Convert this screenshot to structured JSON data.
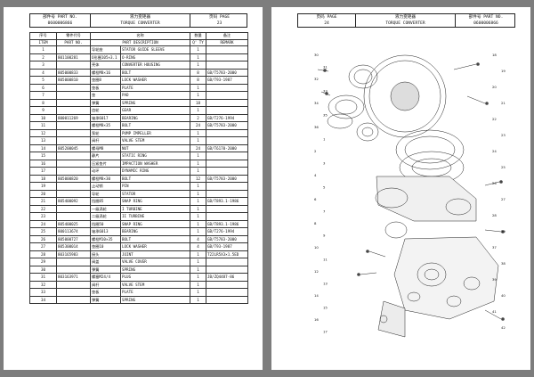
{
  "left_header": {
    "col1": [
      "部件号 PART NO.",
      "0600006866"
    ],
    "col2": [
      "液力变矩器",
      "TORQUE CONVERTER"
    ],
    "col3": [
      "页码 PAGE",
      "23"
    ]
  },
  "right_header": {
    "col1": [
      "页码 PAGE",
      "24"
    ],
    "col2": [
      "液力变矩器",
      "TORQUE CONVERTER"
    ],
    "col3": [
      "部件号 PART NO.",
      "0600006866"
    ]
  },
  "table": {
    "headers_top": [
      "序号",
      "零件代号",
      "名称",
      "数量",
      "备注"
    ],
    "headers_bottom": [
      "ITEM",
      "PART NO.",
      "PART DESCRIPTION",
      "Q' TY",
      "REMARK"
    ],
    "rows": [
      [
        "1",
        "",
        "导轮座",
        "STATOR GUIDE SLEEVE",
        "1",
        ""
      ],
      [
        "2",
        "801100281",
        "O形圈105×3.1",
        "O-RING",
        "1",
        ""
      ],
      [
        "3",
        "",
        "壳体",
        "CONVERTER HOUSING",
        "1",
        ""
      ],
      [
        "4",
        "805000833",
        "螺栓M8×16",
        "BOLT",
        "8",
        "GB/T5783-2000"
      ],
      [
        "5",
        "805000810",
        "垫圈8",
        "LOCK WASHER",
        "8",
        "GB/T93-1987"
      ],
      [
        "6",
        "",
        "垫板",
        "PLATE",
        "1",
        ""
      ],
      [
        "7",
        "",
        "垫",
        "PAD",
        "1",
        ""
      ],
      [
        "8",
        "",
        "弹簧",
        "SPRING",
        "18",
        ""
      ],
      [
        "9",
        "",
        "齿轮",
        "GEAR",
        "1",
        ""
      ],
      [
        "10",
        "800011269",
        "轴承6017",
        "BEARING",
        "2",
        "GB/T276-1994"
      ],
      [
        "11",
        "",
        "螺栓M8×35",
        "BOLT",
        "24",
        "GB/T5783-2000"
      ],
      [
        "12",
        "",
        "泵轮",
        "PUMP IMPELLER",
        "1",
        ""
      ],
      [
        "13",
        "",
        "阀杆",
        "VALVE STEM",
        "1",
        ""
      ],
      [
        "14",
        "805200045",
        "螺母M8",
        "NUT",
        "24",
        "GB/T6170-2000"
      ],
      [
        "15",
        "",
        "静片",
        "STATIC RING",
        "1",
        ""
      ],
      [
        "16",
        "",
        "压紧垫片",
        "IMPACTION WASHER",
        "1",
        ""
      ],
      [
        "17",
        "",
        "动环",
        "DYNAMIC RING",
        "1",
        ""
      ],
      [
        "18",
        "805000820",
        "螺栓M8×30",
        "BOLT",
        "12",
        "GB/T5783-2000"
      ],
      [
        "19",
        "",
        "止动销",
        "PIN",
        "1",
        ""
      ],
      [
        "20",
        "",
        "导轮",
        "STATOR",
        "1",
        ""
      ],
      [
        "21",
        "805400092",
        "挡圈85",
        "SNAP RING",
        "1",
        "GB/T893.1-1986"
      ],
      [
        "22",
        "",
        "一级涡轮",
        "I TURBINE",
        "1",
        ""
      ],
      [
        "23",
        "",
        "二级涡轮",
        "II TURBINE",
        "1",
        ""
      ],
      [
        "24",
        "805400025",
        "挡圈50",
        "SNAP RING",
        "1",
        "GB/T893.1-1986"
      ],
      [
        "25",
        "800113674",
        "轴承6013",
        "BEARING",
        "1",
        "GB/T276-1994"
      ],
      [
        "26",
        "805000727",
        "螺栓M10×35",
        "BOLT",
        "4",
        "GB/T5783-2000"
      ],
      [
        "27",
        "805300014",
        "垫圈10",
        "LOCK WASHER",
        "4",
        "GB/T93-1987"
      ],
      [
        "28",
        "803165983",
        "接头",
        "JOINT",
        "1",
        "T22LR5X3×1.5ED"
      ],
      [
        "29",
        "",
        "阀盖",
        "VALVE COVER",
        "1",
        ""
      ],
      [
        "30",
        "",
        "弹簧",
        "SPRING",
        "1",
        ""
      ],
      [
        "31",
        "803163971",
        "螺塞M24/4",
        "PLUG",
        "1",
        "JB/ZQ4487-86"
      ],
      [
        "32",
        "",
        "阀杆",
        "VALVE STEM",
        "1",
        ""
      ],
      [
        "33",
        "",
        "垫板",
        "PLATE",
        "1",
        ""
      ],
      [
        "34",
        "",
        "弹簧",
        "SPRING",
        "1",
        ""
      ]
    ]
  },
  "diagram": {
    "callouts": [
      "30",
      "31",
      "32",
      "33",
      "34",
      "35",
      "36",
      "1",
      "2",
      "3",
      "4",
      "5",
      "6",
      "7",
      "8",
      "9",
      "10",
      "11",
      "12",
      "13",
      "14",
      "15",
      "16",
      "17",
      "18",
      "19",
      "20",
      "21",
      "22",
      "23",
      "24",
      "25",
      "26",
      "27",
      "28",
      "29",
      "37",
      "38",
      "39",
      "40",
      "41",
      "42"
    ]
  }
}
